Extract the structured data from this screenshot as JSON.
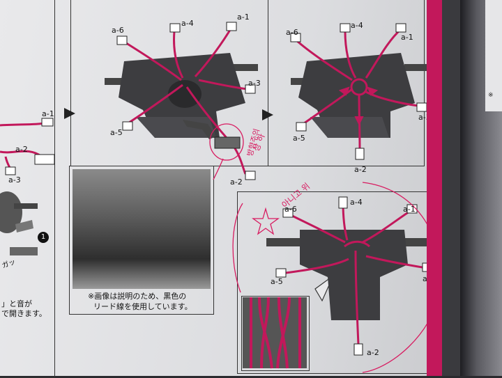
{
  "labels": {
    "a1": "a-1",
    "a2": "a-2",
    "a3": "a-3",
    "a4": "a-4",
    "a5": "a-5",
    "a6": "a-6"
  },
  "step_number": "1",
  "tag_text": "ガッ",
  "note": {
    "line1": "※画像は説明のため、黒色の",
    "line2": "リード線を使用しています。"
  },
  "left_caption": {
    "line1": "」と音が",
    "line2": "で開きます。"
  },
  "handwritten": {
    "direction_1": "상 하",
    "direction_2": "방향주의",
    "other": "아니고 위",
    "star": "☆"
  },
  "right_edge_text": "※",
  "colors": {
    "wire": "#c2185b",
    "pen": "#d81b60",
    "part": "#3d3d40"
  }
}
